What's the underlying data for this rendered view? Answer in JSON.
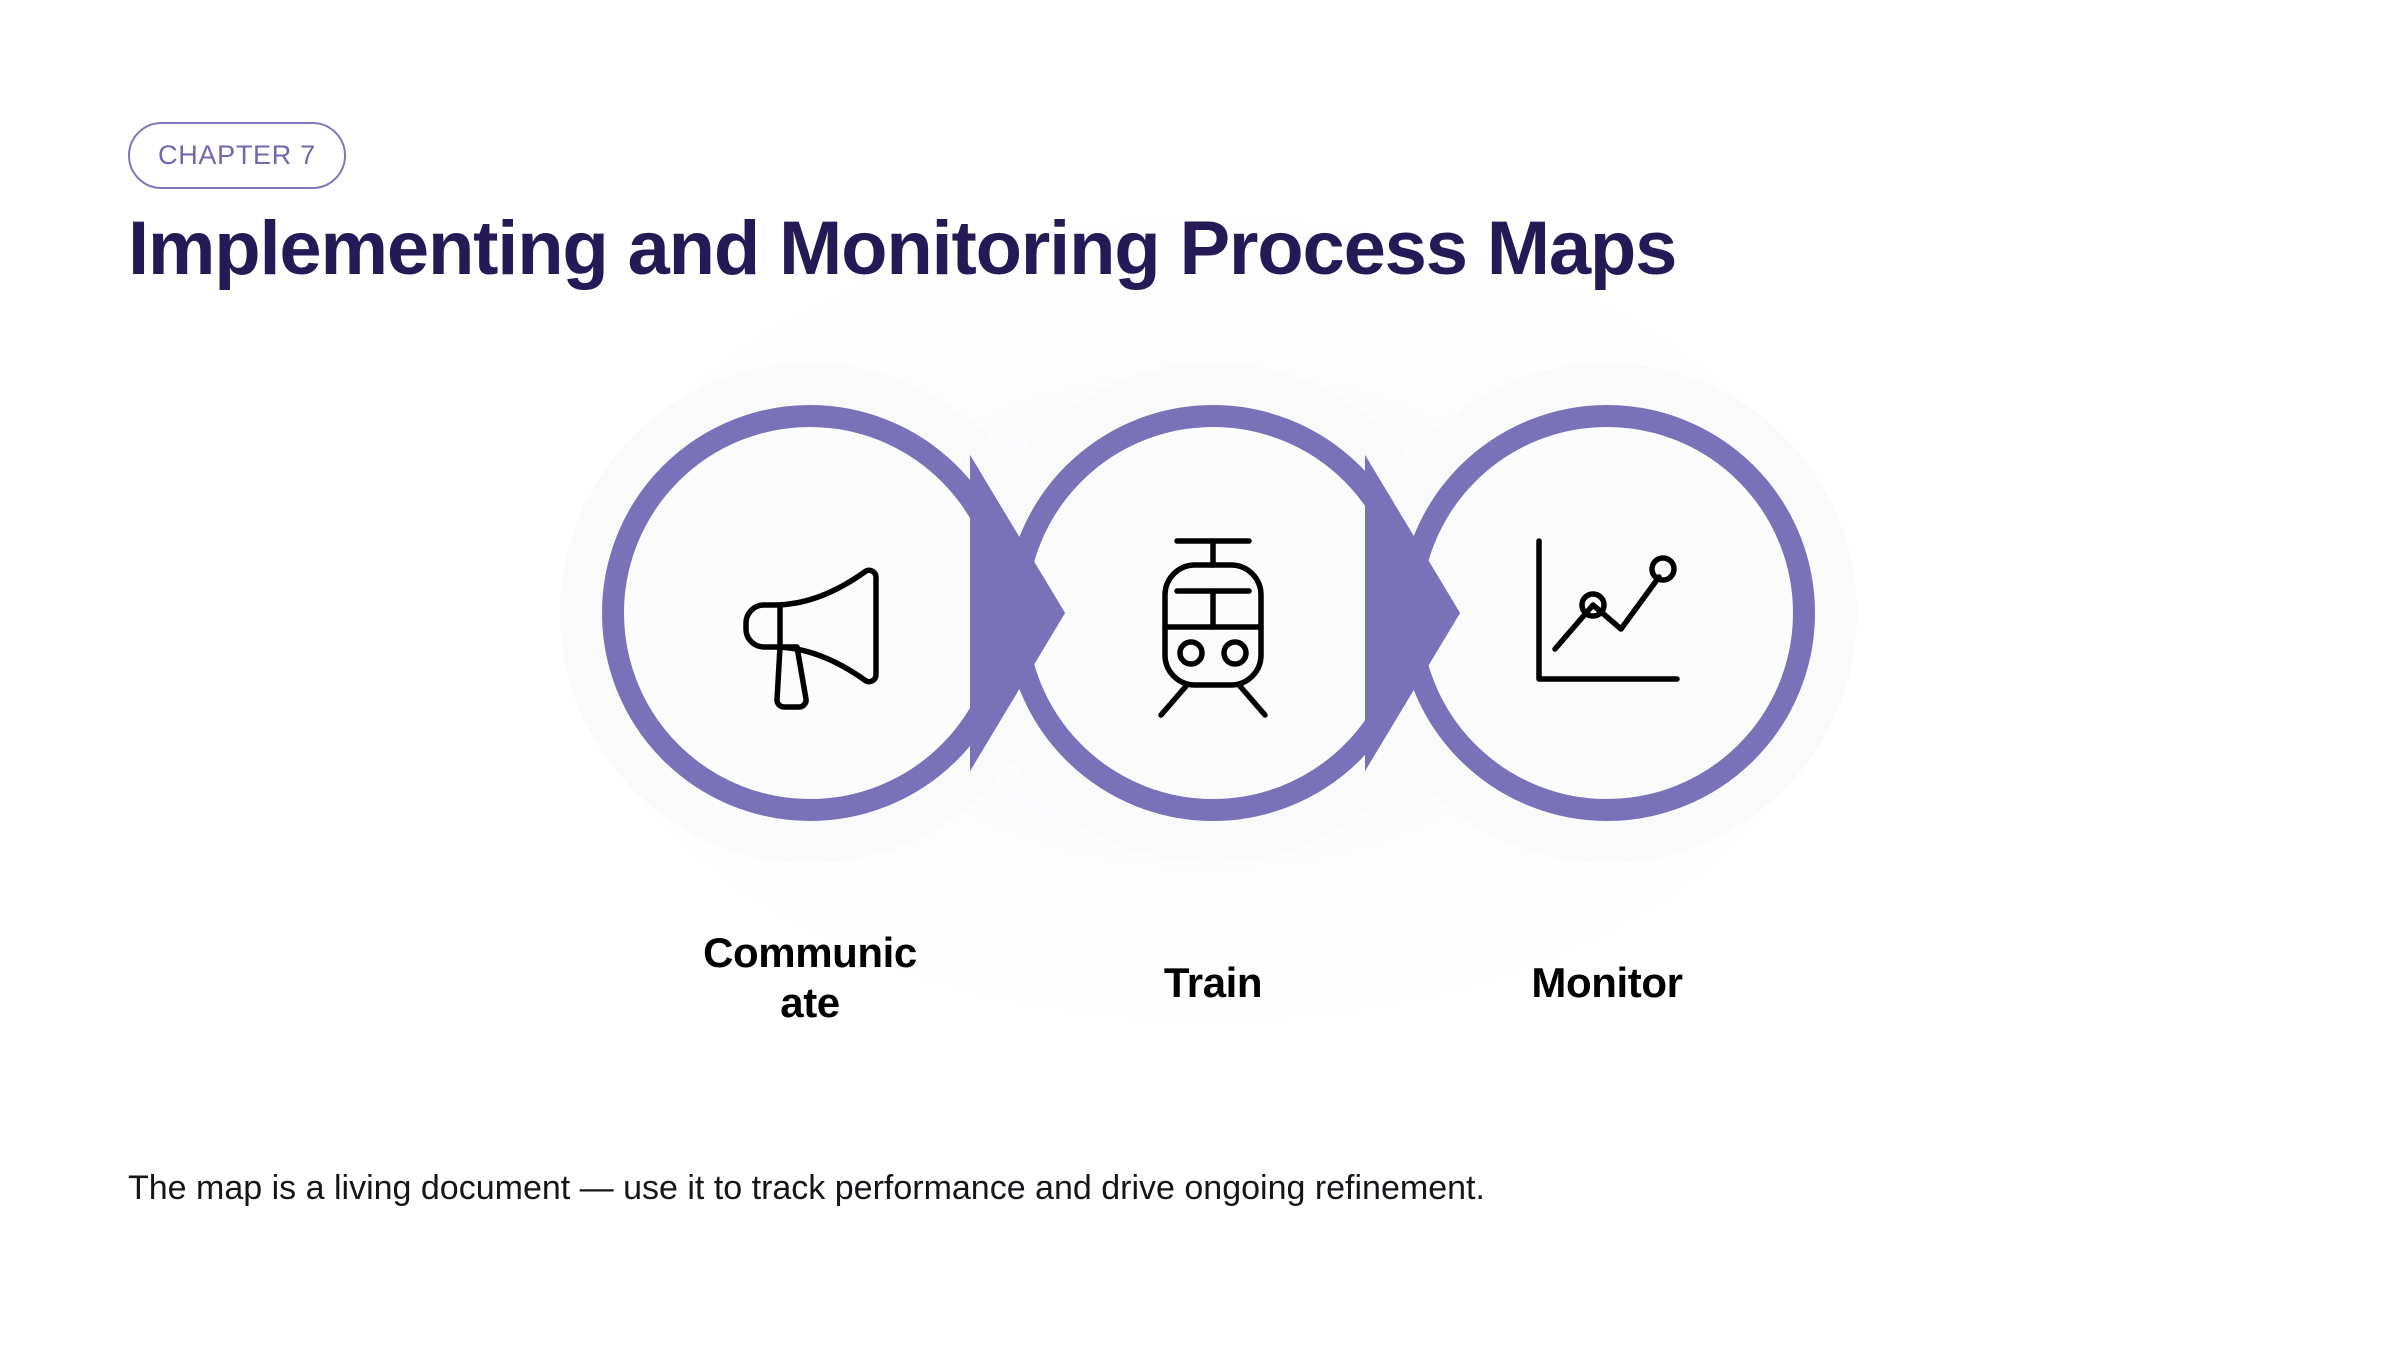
{
  "slide": {
    "background_color": "#ffffff",
    "chapter_label": "CHAPTER 7",
    "title": "Implementing and Monitoring Process Maps",
    "footer_note": "The map is a living document — use it to track performance and drive ongoing refinement."
  },
  "theme": {
    "accent_purple": "#7a72b8",
    "badge_border": "#8076bd",
    "badge_text": "#6f67b0",
    "title_color": "#261a56",
    "label_color": "#000000",
    "icon_color": "#000000"
  },
  "process": {
    "type": "linear-flow",
    "connector": "right-pointing-triangle",
    "steps": [
      {
        "index": 1,
        "label": "Communicate",
        "icon": "megaphone-icon"
      },
      {
        "index": 2,
        "label": "Train",
        "icon": "tram-front-icon"
      },
      {
        "index": 3,
        "label": "Monitor",
        "icon": "line-chart-icon"
      }
    ]
  }
}
